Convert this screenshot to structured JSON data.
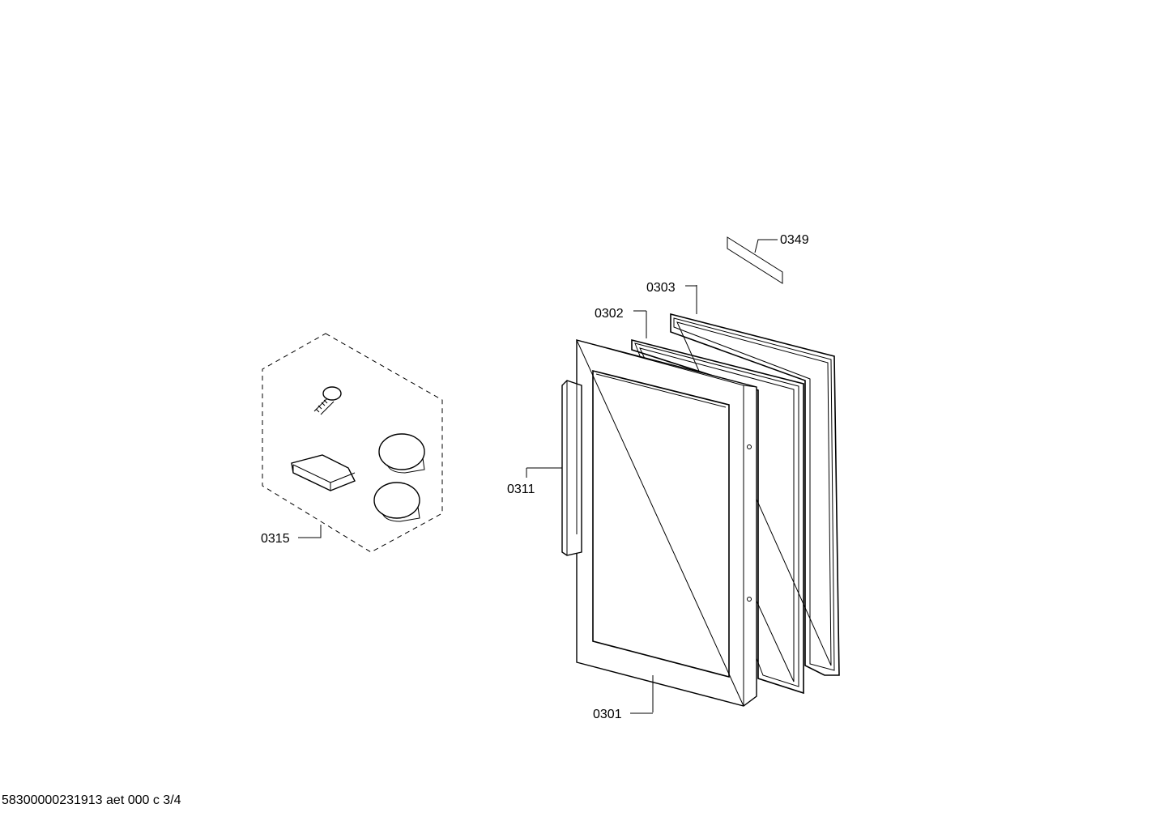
{
  "parts": [
    {
      "id": "p0349",
      "label": "0349"
    },
    {
      "id": "p0303",
      "label": "0303"
    },
    {
      "id": "p0302",
      "label": "0302"
    },
    {
      "id": "p0311",
      "label": "0311"
    },
    {
      "id": "p0315",
      "label": "0315"
    },
    {
      "id": "p0301",
      "label": "0301"
    }
  ],
  "footer": {
    "text": "58300000231913 aet 000 c 3/4"
  }
}
